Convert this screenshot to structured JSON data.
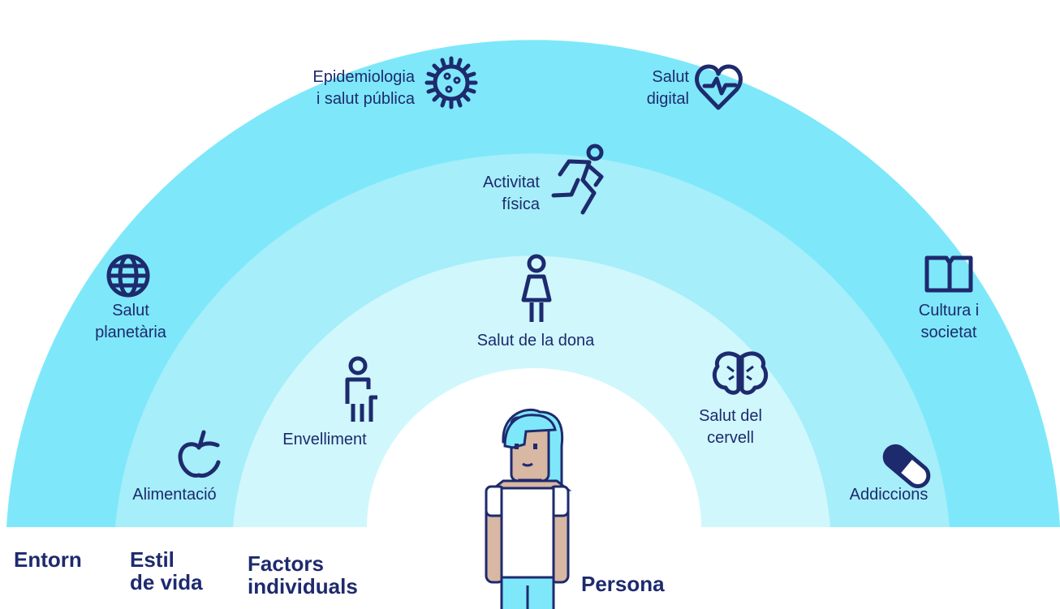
{
  "colors": {
    "outer": "#7ee8fa",
    "middle": "#a6eef9",
    "inner": "#d0f7fc",
    "icon": "#1e2a6e",
    "skin": "#d8b7a3",
    "hair": "#7ee8fa",
    "pants": "#7ee8fa"
  },
  "rings": {
    "entorn": [
      "Entorn"
    ],
    "estil": [
      "Estil",
      "de vida"
    ],
    "factors": [
      "Factors",
      "individuals"
    ],
    "persona": [
      "Persona"
    ]
  },
  "topics": {
    "epidemiologia": [
      "Epidemiologia",
      "i salut pública"
    ],
    "salut_digital": [
      "Salut",
      "digital"
    ],
    "activitat": [
      "Activitat",
      "física"
    ],
    "planetaria": [
      "Salut",
      "planetària"
    ],
    "cultura": [
      "Cultura i",
      "societat"
    ],
    "dona": [
      "Salut de la dona"
    ],
    "envelliment": [
      "Envelliment"
    ],
    "cervell": [
      "Salut del",
      "cervell"
    ],
    "alimentacio": [
      "Alimentació"
    ],
    "addiccions": [
      "Addiccions"
    ]
  },
  "icons": {
    "epidemiologia": "virus-icon",
    "salut_digital": "heart-pulse-icon",
    "activitat": "running-person-icon",
    "planetaria": "globe-icon",
    "cultura": "book-icon",
    "dona": "woman-icon",
    "envelliment": "elderly-person-icon",
    "cervell": "brain-icon",
    "alimentacio": "apple-icon",
    "addiccions": "pill-icon"
  }
}
